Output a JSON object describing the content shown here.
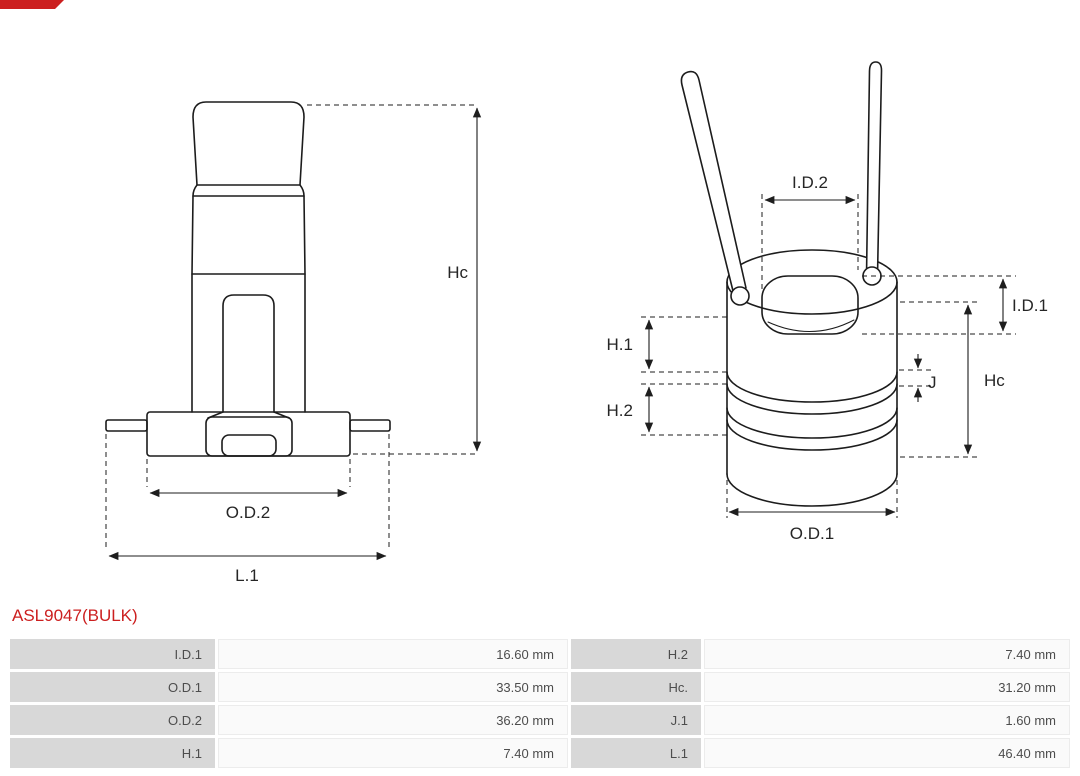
{
  "brand": {
    "accent_color": "#cc1f1f"
  },
  "part": {
    "number": "ASL9047(BULK)"
  },
  "diagram_left": {
    "labels": {
      "hc": "Hc",
      "od2": "O.D.2",
      "l1": "L.1"
    }
  },
  "diagram_right": {
    "labels": {
      "id2": "I.D.2",
      "id1": "I.D.1",
      "h1": "H.1",
      "h2": "H.2",
      "j": "J",
      "hc": "Hc",
      "od1": "O.D.1"
    }
  },
  "spec_table": {
    "rows": [
      {
        "label_left": "I.D.1",
        "value_left": "16.60 mm",
        "label_right": "H.2",
        "value_right": "7.40 mm"
      },
      {
        "label_left": "O.D.1",
        "value_left": "33.50 mm",
        "label_right": "Hc.",
        "value_right": "31.20 mm"
      },
      {
        "label_left": "O.D.2",
        "value_left": "36.20 mm",
        "label_right": "J.1",
        "value_right": "1.60 mm"
      },
      {
        "label_left": "H.1",
        "value_left": "7.40 mm",
        "label_right": "L.1",
        "value_right": "46.40 mm"
      }
    ]
  }
}
